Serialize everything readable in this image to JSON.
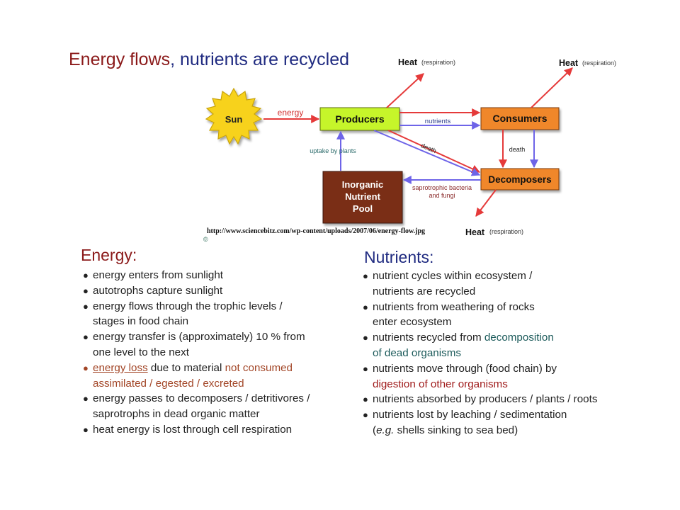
{
  "title": {
    "part1": "Energy flows",
    "sep": ", ",
    "part2": "nutrients are recycled"
  },
  "diagram": {
    "sun": "Sun",
    "producers": "Producers",
    "consumers": "Consumers",
    "decomposers": "Decomposers",
    "pool": [
      "Inorganic",
      "Nutrient",
      "Pool"
    ],
    "heat_word": "Heat",
    "respiration": "(respiration)",
    "energy_label": "energy",
    "nutrients_label": "nutrients",
    "death_label": "death",
    "uptake_label": "uptake by plants",
    "sapro_label": [
      "saprotrophic bacteria",
      "and fungi"
    ],
    "colors": {
      "sun": "#f7d21a",
      "producers": "#c6f52a",
      "consumers": "#f0872a",
      "decomposers": "#f0872a",
      "pool": "#7a2f14",
      "red_arrow": "#e53a3a",
      "blue_arrow": "#6e64e8"
    }
  },
  "source": "http://www.sciencebitz.com/wp-content/uploads/2007/06/energy-flow.jpg",
  "cc_icon": "creative-commons-icon",
  "energy": {
    "heading": "Energy:",
    "items": [
      {
        "l1": "energy enters from sunlight"
      },
      {
        "l1": "autotrophs capture sunlight"
      },
      {
        "l1": "energy flows through the trophic levels /",
        "l2": "stages in food chain"
      },
      {
        "l1": "energy transfer is (approximately) 10 % from",
        "l2": "one level to the next"
      },
      {
        "l1a": "energy loss",
        "l1b": " due to material ",
        "l1c": "not consumed",
        "l2": "assimilated / egested / excreted"
      },
      {
        "l1": "energy passes to decomposers / detritivores /",
        "l2": "saprotrophs in dead organic matter"
      },
      {
        "l1": "heat energy is lost through cell respiration"
      }
    ]
  },
  "nutrients": {
    "heading": "Nutrients:",
    "items": [
      {
        "l1": "nutrient cycles within ecosystem /",
        "l2": "nutrients are recycled"
      },
      {
        "l1": "nutrients from weathering of rocks",
        "l2": "enter ecosystem"
      },
      {
        "l1a": "nutrients recycled from ",
        "l1b": "decomposition",
        "l2": "of dead organisms"
      },
      {
        "l1": "nutrients move through (food chain) by",
        "l2": "digestion of other organisms"
      },
      {
        "l1": "nutrients absorbed by producers / plants / roots"
      },
      {
        "l1": "nutrients lost by leaching / sedimentation",
        "l2a": "(",
        "l2b": "e.g.",
        "l2c": " shells sinking to sea bed)"
      }
    ]
  }
}
